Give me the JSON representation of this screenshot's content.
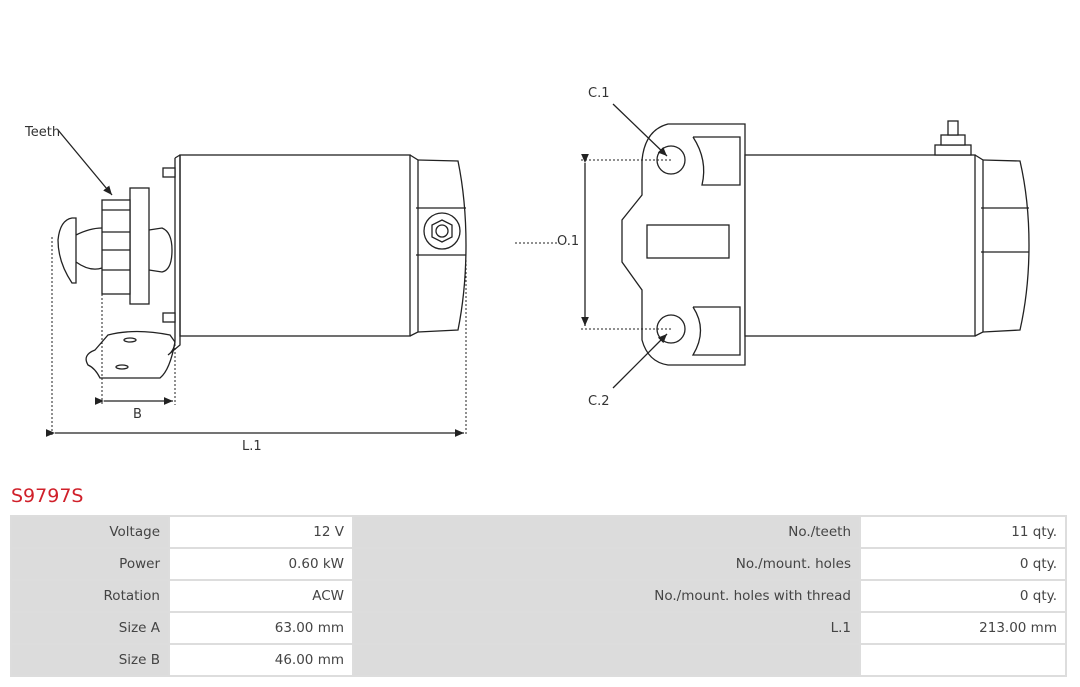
{
  "drawing": {
    "labels": {
      "teeth": "Teeth",
      "b": "B",
      "l1": "L.1",
      "c1": "C.1",
      "c2": "C.2",
      "o1": "O.1"
    }
  },
  "product": {
    "code": "S9797S"
  },
  "specs": [
    {
      "label": "Voltage",
      "value": "12 V",
      "label2": "No./teeth",
      "value2": "11 qty."
    },
    {
      "label": "Power",
      "value": "0.60 kW",
      "label2": "No./mount. holes",
      "value2": "0 qty."
    },
    {
      "label": "Rotation",
      "value": "ACW",
      "label2": "No./mount. holes with thread",
      "value2": "0 qty."
    },
    {
      "label": "Size A",
      "value": "63.00 mm",
      "label2": "L.1",
      "value2": "213.00 mm"
    },
    {
      "label": "Size B",
      "value": "46.00 mm",
      "label2": "",
      "value2": ""
    }
  ]
}
